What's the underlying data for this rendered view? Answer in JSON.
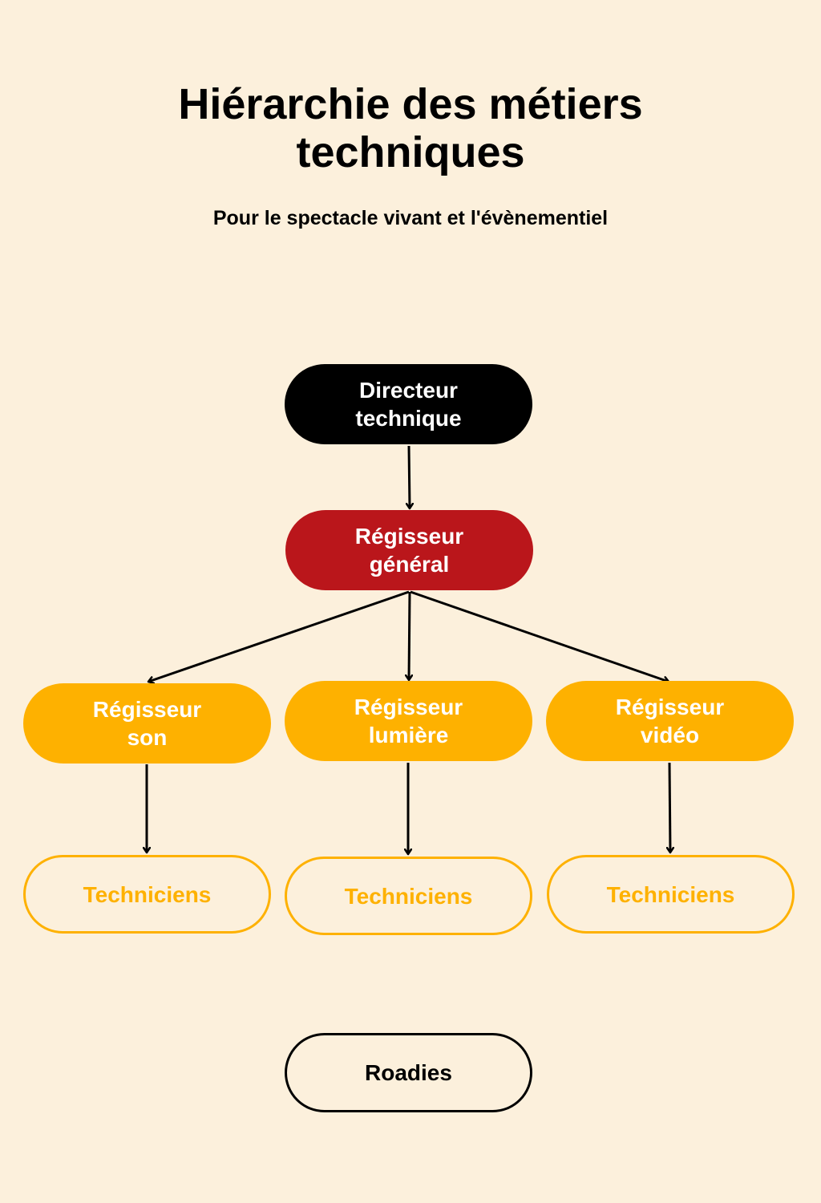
{
  "header": {
    "title_line1": "Hiérarchie des métiers",
    "title_line2": "techniques",
    "subtitle": "Pour le spectacle vivant et l'évènementiel"
  },
  "nodes": {
    "directeur": {
      "line1": "Directeur",
      "line2": "technique"
    },
    "regisseur_general": {
      "line1": "Régisseur",
      "line2": "général"
    },
    "regisseur_son": {
      "line1": "Régisseur",
      "line2": "son"
    },
    "regisseur_lumiere": {
      "line1": "Régisseur",
      "line2": "lumière"
    },
    "regisseur_video": {
      "line1": "Régisseur",
      "line2": "vidéo"
    },
    "techniciens_son": {
      "label": "Techniciens"
    },
    "techniciens_lumiere": {
      "label": "Techniciens"
    },
    "techniciens_video": {
      "label": "Techniciens"
    },
    "roadies": {
      "label": "Roadies"
    }
  },
  "colors": {
    "background": "#fcf0dc",
    "director": "#000000",
    "general": "#ba161b",
    "regisseur": "#feb100",
    "outline_text": "#feb100"
  }
}
